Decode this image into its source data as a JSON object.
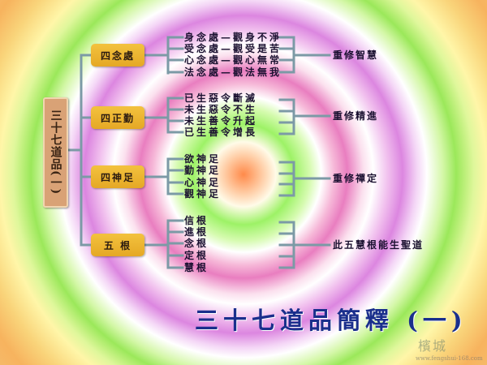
{
  "root": {
    "label": "三十七道品(一)"
  },
  "groups": [
    {
      "category": "四念處",
      "items": [
        "身念處—觀身不淨",
        "受念處—觀受是苦",
        "心念處—觀心無常",
        "法念處—觀法無我"
      ],
      "result": "重修智慧"
    },
    {
      "category": "四正勤",
      "items": [
        "已生惡令斷滅",
        "未生惡令不生",
        "未生善令升起",
        "已生善令增長"
      ],
      "result": "重修精進"
    },
    {
      "category": "四神足",
      "items": [
        "欲神足",
        "勤神足",
        "心神足",
        "觀神足"
      ],
      "result": "重修禪定"
    },
    {
      "category": "五 根",
      "items": [
        "信根",
        "進根",
        "念根",
        "定根",
        "慧根"
      ],
      "result": "此五慧根能生聖道"
    }
  ],
  "title": "三十七道品簡釋 (一)",
  "watermark": {
    "logo": "檳城",
    "url": "www.fengshui-168.com"
  },
  "colors": {
    "line": "#7c9aa6",
    "category_box": "#f0b832",
    "root_box": "#d9a276",
    "title": "#1a2f8c"
  }
}
